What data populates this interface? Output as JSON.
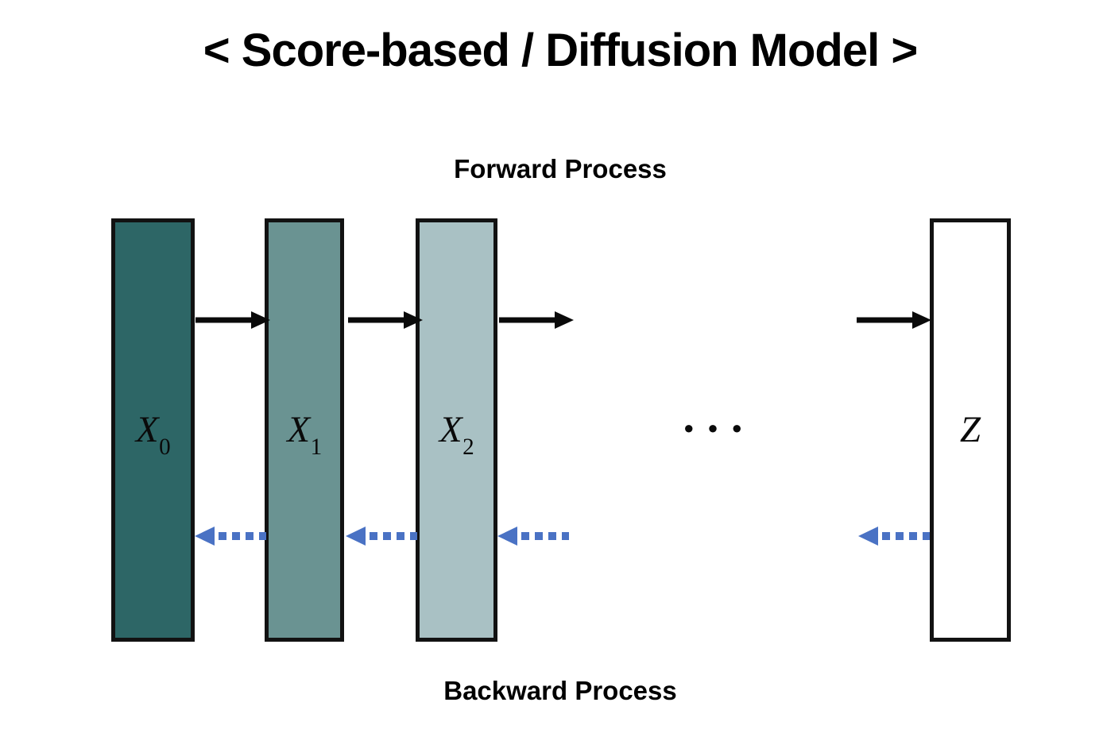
{
  "title": "< Score-based / Diffusion Model >",
  "labels": {
    "forward": "Forward Process",
    "backward": "Backward Process"
  },
  "ellipsis": "●●●",
  "bars": [
    {
      "base": "X",
      "sub": "0",
      "fill": "#2D6666"
    },
    {
      "base": "X",
      "sub": "1",
      "fill": "#6A9392"
    },
    {
      "base": "X",
      "sub": "2",
      "fill": "#A9C1C4"
    },
    {
      "base": "Z",
      "sub": "",
      "fill": "#FFFFFF"
    }
  ],
  "colors": {
    "text": "#000000",
    "border": "#121212",
    "forward": "#0A0A0A",
    "backward": "#4A72C4"
  }
}
